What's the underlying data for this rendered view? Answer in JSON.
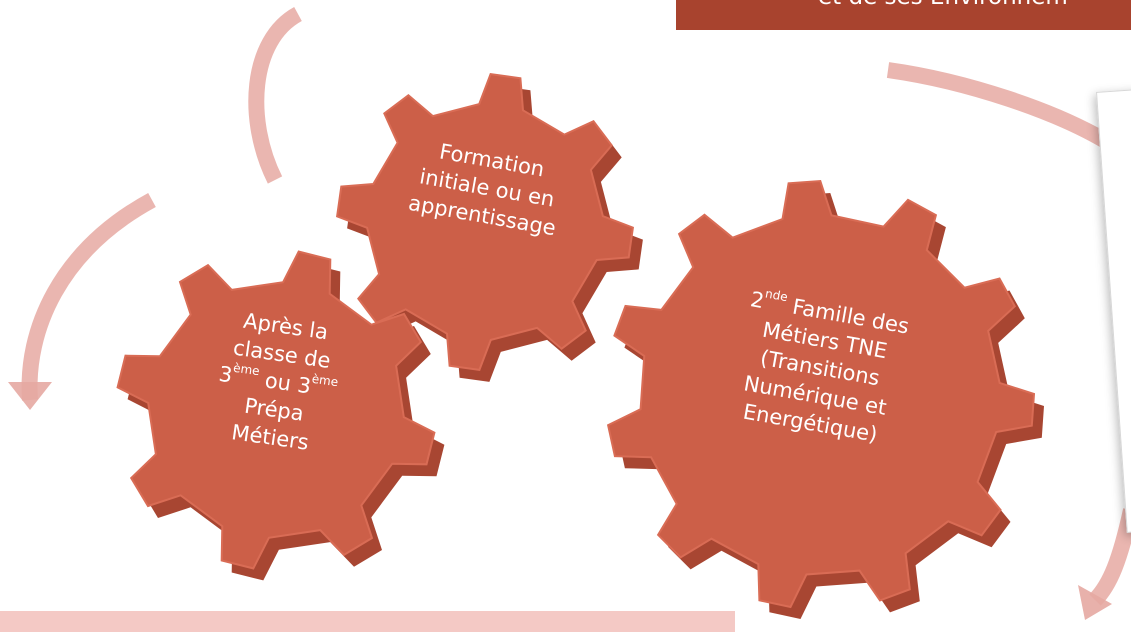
{
  "title_banner": {
    "text": "et de ses Environnem"
  },
  "colors": {
    "gear_face": "#cc5f48",
    "gear_side": "#a84632",
    "gear_tooth_face": "#d96c55",
    "arrow": "#e6a9a2",
    "banner": "#a8432e",
    "bottom_band": "#f4c9c5"
  },
  "gears": [
    {
      "id": "formation",
      "lines": [
        "Formation",
        "initiale ou en",
        "apprentissage"
      ]
    },
    {
      "id": "apres",
      "line1": "Après la",
      "line2": "classe de",
      "line3_a": "3",
      "line3_sup_a": "ème",
      "line3_b": " ou 3",
      "line3_sup_b": "ème",
      "line4": "Prépa",
      "line5": "Métiers"
    },
    {
      "id": "seconde",
      "line1_a": "2",
      "line1_sup": "nde",
      "line1_b": " Famille des",
      "line2": "Métiers TNE",
      "line3": "(Transitions",
      "line4": "Numérique et",
      "line5": "Energétique)"
    }
  ]
}
